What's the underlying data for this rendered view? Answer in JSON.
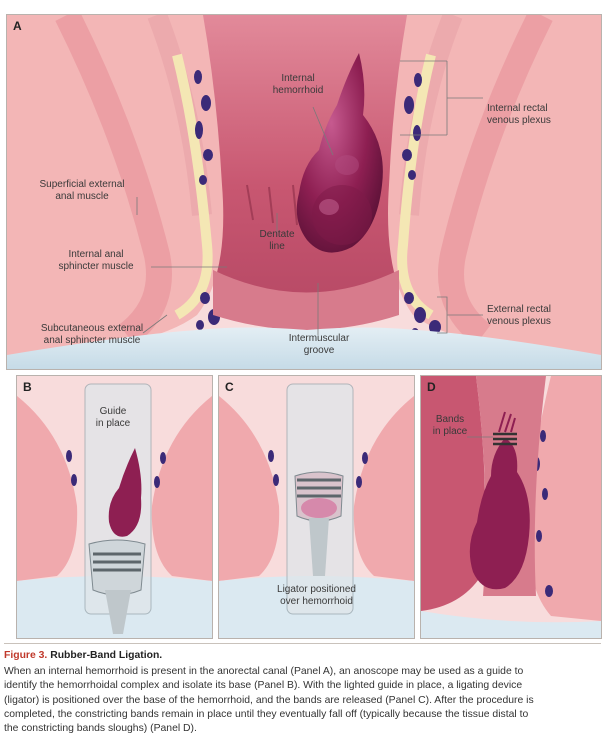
{
  "panels": {
    "a": {
      "letter": "A",
      "labels": {
        "internal_hemorrhoid": [
          "Internal",
          "hemorrhoid"
        ],
        "internal_rectal_plexus": [
          "Internal rectal",
          "venous plexus"
        ],
        "superficial_external": [
          "Superficial external",
          "anal muscle"
        ],
        "dentate_line": [
          "Dentate",
          "line"
        ],
        "internal_anal_sphincter": [
          "Internal anal",
          "sphincter muscle"
        ],
        "external_rectal_plexus": [
          "External rectal",
          "venous plexus"
        ],
        "subcutaneous_external": [
          "Subcutaneous external",
          "anal sphincter muscle"
        ],
        "intermuscular_groove": [
          "Intermuscular",
          "groove"
        ]
      }
    },
    "b": {
      "letter": "B",
      "label": [
        "Guide",
        "in place"
      ]
    },
    "c": {
      "letter": "C",
      "label": [
        "Ligator positioned",
        "over hemorrhoid"
      ]
    },
    "d": {
      "letter": "D",
      "label": [
        "Bands",
        "in place"
      ]
    }
  },
  "caption": {
    "figure_number": "Figure 3.",
    "title": "Rubber-Band Ligation.",
    "lines": [
      "When an internal hemorrhoid is present in the anorectal canal (Panel A), an anoscope may be used as a guide to",
      "identify the hemorrhoidal complex and isolate its base (Panel B). With the lighted guide in place, a ligating device",
      "(ligator) is positioned over the base of the hemorrhoid, and the bands are released (Panel C). After the procedure is",
      "completed, the constricting bands remain in place until they eventually fall off (typically because the tissue distal to",
      "the constricting bands sloughs) (Panel D)."
    ]
  },
  "colors": {
    "tissue_pink": "#f2b8b8",
    "muscle_pink": "#ec9ea3",
    "mucosa": "#c9566e",
    "hemorrhoid": "#8e1f52",
    "veins": "#3b2a78",
    "fat_yellow": "#f4e7b4",
    "skin": "#cfe0ea",
    "caption_red": "#c0392b"
  }
}
